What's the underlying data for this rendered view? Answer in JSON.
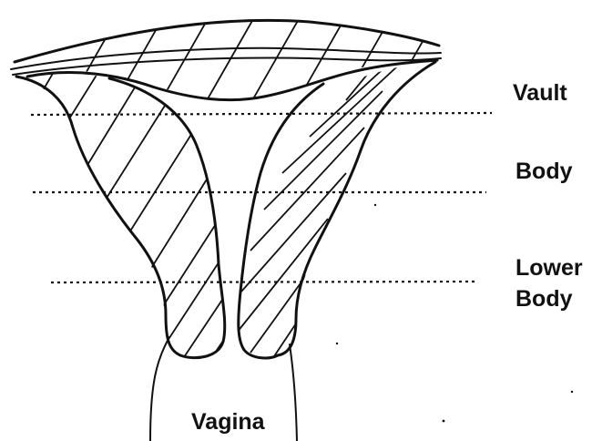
{
  "labels": {
    "vault": "Vault",
    "body": "Body",
    "lower_body_line1": "Lower",
    "lower_body_line2": "Body",
    "vagina": "Vagina"
  }
}
